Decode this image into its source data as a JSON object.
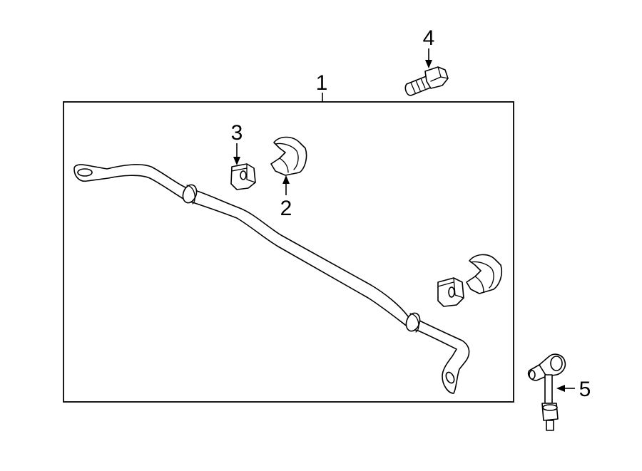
{
  "callouts": {
    "c1": "1",
    "c2": "2",
    "c3": "3",
    "c4": "4",
    "c5": "5"
  },
  "parts": [
    {
      "callout": "1",
      "icon": "stabilizer-bar-icon"
    },
    {
      "callout": "2",
      "icon": "bushing-bracket-icon"
    },
    {
      "callout": "3",
      "icon": "bushing-icon"
    },
    {
      "callout": "4",
      "icon": "bolt-icon"
    },
    {
      "callout": "5",
      "icon": "stabilizer-link-icon"
    }
  ]
}
